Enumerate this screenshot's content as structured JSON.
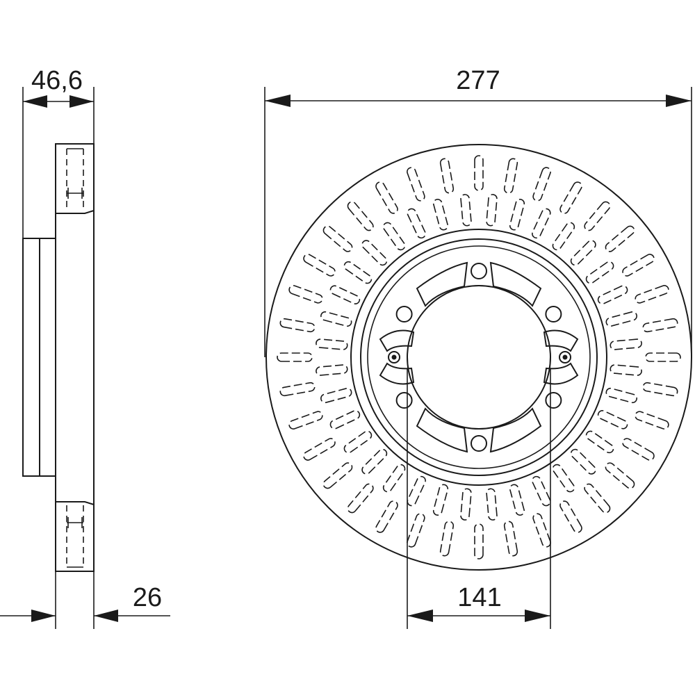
{
  "dimensions": {
    "disc_diameter": "277",
    "total_height": "46,6",
    "disc_thickness": "26",
    "bore_diameter": "141"
  },
  "disc": {
    "outer_slot_count": 36,
    "inner_slot_count": 36,
    "bolt_hole_count": 6
  }
}
